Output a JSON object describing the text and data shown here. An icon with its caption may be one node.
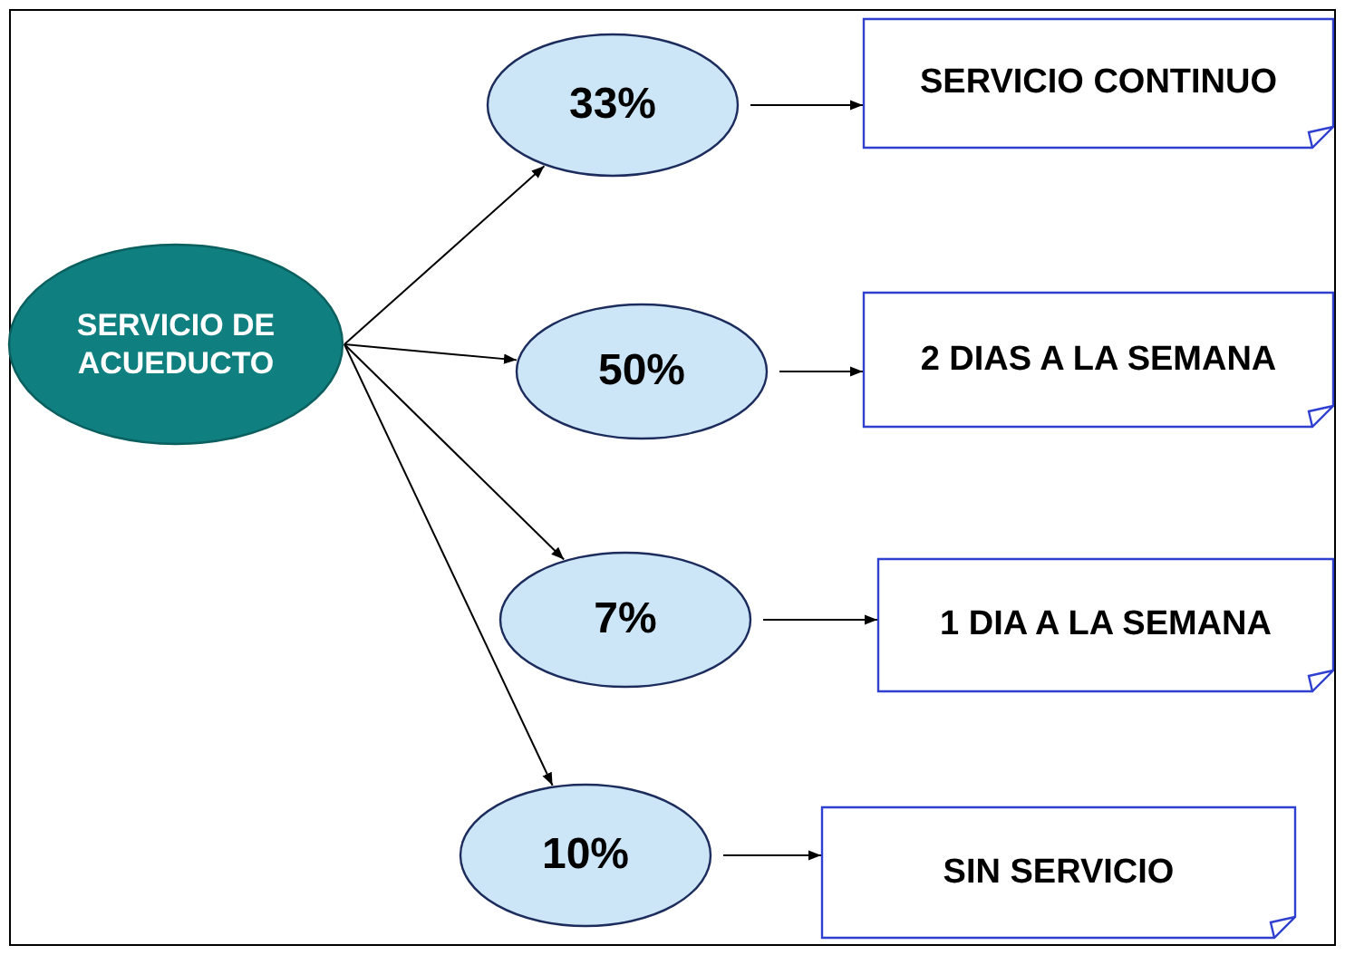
{
  "diagram": {
    "nodes": [
      {
        "text": [
          "SERVICIO DE ACUEDUCTO"
        ]
      },
      {
        "text": [
          "33%"
        ]
      },
      {
        "text": [
          "SERVICIO CONTINUO"
        ]
      },
      {
        "text": [
          "50%"
        ]
      },
      {
        "text": [
          "2 DIAS A LA SEMANA"
        ]
      },
      {
        "text": [
          "7%"
        ]
      },
      {
        "text": [
          "1 DIA A LA SEMANA"
        ]
      },
      {
        "text": [
          "10%"
        ]
      },
      {
        "text": [
          "SIN SERVICIO"
        ]
      }
    ],
    "edges": [
      {
        "from": 0,
        "to": 1,
        "arrow": "to"
      },
      {
        "from": 0,
        "to": 3,
        "arrow": "to"
      },
      {
        "from": 0,
        "to": 5,
        "arrow": "to"
      },
      {
        "from": 0,
        "to": 7,
        "arrow": "to"
      },
      {
        "from": 1,
        "to": 2,
        "arrow": "to"
      },
      {
        "from": 3,
        "to": 4,
        "arrow": "to"
      },
      {
        "from": 5,
        "to": 6,
        "arrow": "to"
      },
      {
        "from": 7,
        "to": 8,
        "arrow": "to"
      }
    ]
  }
}
